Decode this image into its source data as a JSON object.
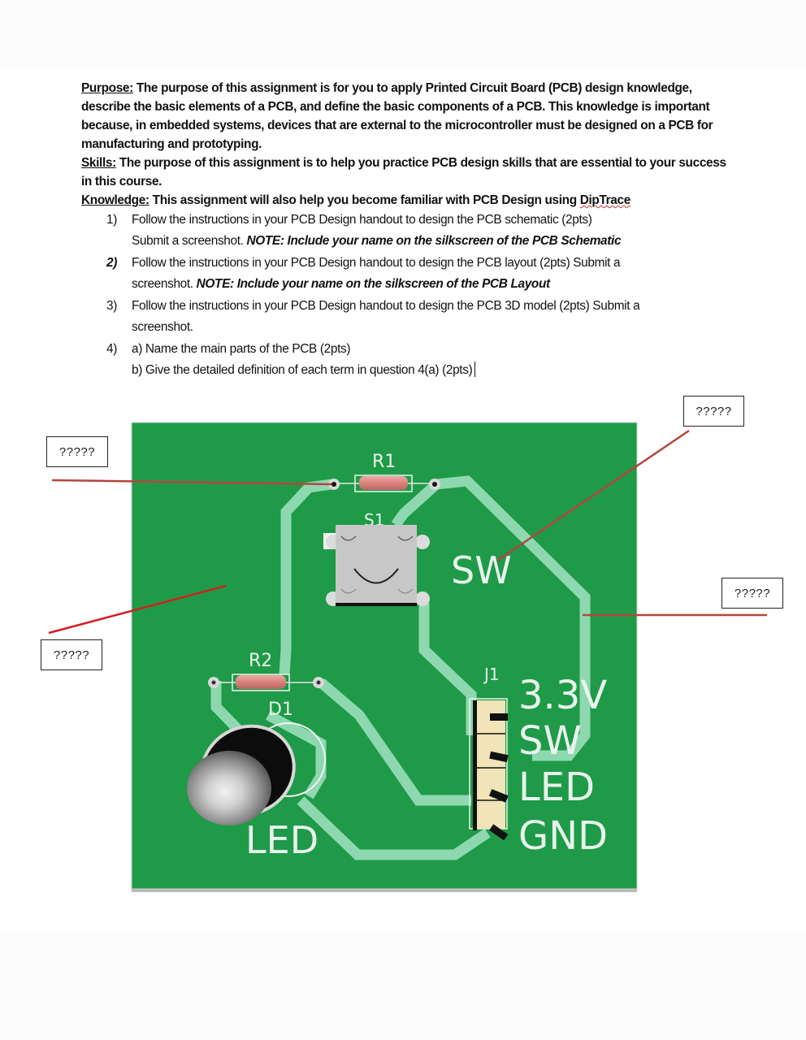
{
  "document": {
    "purpose": {
      "label": "Purpose:",
      "text": " The purpose of this assignment is for you to apply Printed Circuit Board (PCB) design knowledge, describe the basic elements of a PCB, and define the basic components of a PCB. This knowledge is important because, in embedded systems, devices that are external to the microcontroller must be designed on a PCB for manufacturing and prototyping."
    },
    "skills": {
      "label": "Skills:",
      "text": " The purpose of this assignment is to help you practice PCB design skills that are essential to your success in this course."
    },
    "knowledge": {
      "label": "Knowledge:",
      "text": " This assignment will also help you become familiar with PCB Design using ",
      "tool": "DipTrace"
    },
    "items": [
      {
        "num": "1)",
        "line1": "Follow the instructions in your PCB Design handout to design the PCB schematic  (2pts)",
        "line2": "Submit a screenshot. ",
        "note": "NOTE: Include your name on the silkscreen of the PCB Schematic"
      },
      {
        "num": "2)",
        "line1": "Follow the instructions in your PCB Design handout to design the PCB layout (2pts) Submit a",
        "line2": "screenshot. ",
        "note": "NOTE: Include your name on the silkscreen of the PCB Layout"
      },
      {
        "num": "3)",
        "line1": "Follow the instructions in your PCB Design handout to design the PCB 3D model (2pts) Submit a",
        "line2": "screenshot."
      },
      {
        "num": "4)",
        "line1": "a) Name the main parts of the PCB (2pts)",
        "line2": "b) Give the detailed definition of each term in question 4(a) (2pts)"
      }
    ]
  },
  "pcb_figure": {
    "board_color": "#1f9a48",
    "trace_color": "#8ed8b0",
    "leader_color": "#b5453f",
    "callouts": [
      {
        "id": "top-right",
        "label": "?????"
      },
      {
        "id": "left-upper",
        "label": "?????"
      },
      {
        "id": "right-middle",
        "label": "?????"
      },
      {
        "id": "left-lower",
        "label": "?????"
      }
    ],
    "silkscreen": {
      "r1": "R1",
      "s1": "S1",
      "sw": "SW",
      "r2": "R2",
      "d1": "D1",
      "led": "LED",
      "j1": "J1",
      "pin_labels": [
        "3.3V",
        "SW",
        "LED",
        "GND"
      ]
    }
  }
}
